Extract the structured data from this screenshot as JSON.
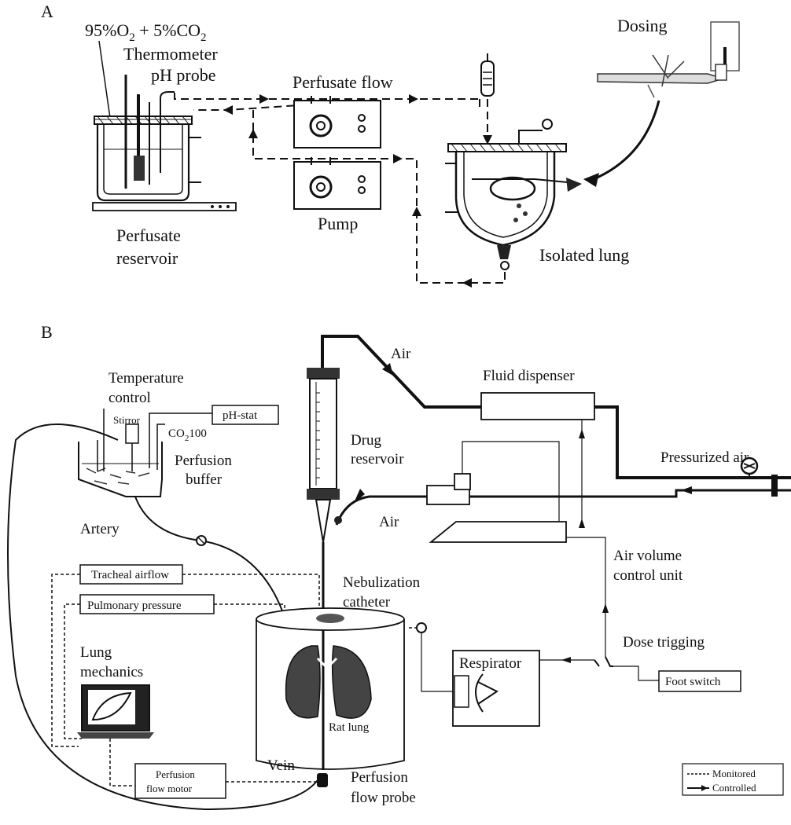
{
  "panel_a": {
    "label": "A",
    "gas": "95%O",
    "gas_sub1": "2",
    "gas_mid": " + 5%CO",
    "gas_sub2": "2",
    "thermometer": "Thermometer",
    "ph_probe": "pH probe",
    "perfusate_flow": "Perfusate flow",
    "dosing": "Dosing",
    "reservoir_line1": "Perfusate",
    "reservoir_line2": "reservoir",
    "pump": "Pump",
    "isolated_lung": "Isolated lung"
  },
  "panel_b": {
    "label": "B",
    "air_top": "Air",
    "fluid_dispenser": "Fluid dispenser",
    "temperature_line1": "Temperature",
    "temperature_line2": "control",
    "stirror": "Stirror",
    "ph_stat": "pH-stat",
    "co2": "CO",
    "co2_sub": "2",
    "co2_num": "100",
    "drug_line1": "Drug",
    "drug_line2": "reservoir",
    "pressurized_air": "Pressurized air",
    "perfusion_line1": "Perfusion",
    "perfusion_line2": "buffer",
    "artery": "Artery",
    "air_mid": "Air",
    "air_volume_line1": "Air volume",
    "air_volume_line2": "control unit",
    "tracheal_airflow": "Tracheal airflow",
    "nebulization_line1": "Nebulization",
    "nebulization_line2": "catheter",
    "pulmonary_pressure": "Pulmonary pressure",
    "dose_trigging": "Dose trigging",
    "lung_mech_line1": "Lung",
    "lung_mech_line2": "mechanics",
    "respirator": "Respirator",
    "foot_switch": "Foot switch",
    "rat_lung": "Rat lung",
    "flow_motor_line1": "Perfusion",
    "flow_motor_line2": "flow motor",
    "vein": "Vein",
    "flow_probe_line1": "Perfusion",
    "flow_probe_line2": "flow probe",
    "legend_monitored": "Monitored",
    "legend_controlled": "Controlled"
  }
}
